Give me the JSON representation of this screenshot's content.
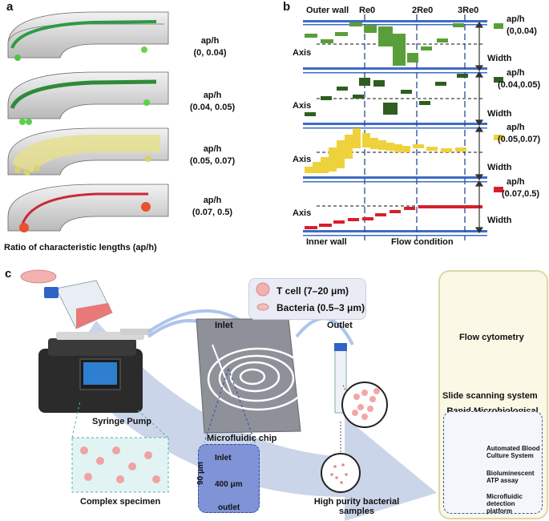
{
  "panels": {
    "a": "a",
    "b": "b",
    "c": "c"
  },
  "panel_a": {
    "rows": [
      {
        "label": "ap/h",
        "range": "(0, 0.04)",
        "color": "#3aa84a"
      },
      {
        "label": "ap/h",
        "range": "(0.04, 0.05)",
        "color": "#2f8a3a"
      },
      {
        "label": "ap/h",
        "range": "(0.05, 0.07)",
        "color": "#d8d25a"
      },
      {
        "label": "ap/h",
        "range": "(0.07, 0.5)",
        "color": "#c8283a"
      }
    ],
    "caption": "Ratio of characteristic lengths (ap/h)"
  },
  "panel_b": {
    "top_labels": {
      "outer_wall": "Outer wall",
      "re0": "Re0",
      "re2": "2Re0",
      "re3": "3Re0"
    },
    "axis_label": "Axis",
    "width_label": "Width",
    "inner_wall": "Inner wall",
    "flow_condition": "Flow condition",
    "legend": [
      {
        "label": "ap/h",
        "range": "(0,0.04)",
        "color": "#5a9e3a"
      },
      {
        "label": "ap/h",
        "range": "(0.04,0.05)",
        "color": "#2f5e1e"
      },
      {
        "label": "ap/h",
        "range": "(0.05,0.07)",
        "color": "#eed23c"
      },
      {
        "label": "ap/h",
        "range": "(0.07,0.5)",
        "color": "#d7202c"
      }
    ],
    "wall_color": "#3f6bc7"
  },
  "panel_c": {
    "legend_tcell": "T cell (7–20 μm)",
    "legend_bacteria": "Bacteria (0.5–3 μm)",
    "inlet": "Inlet",
    "outlet": "Outlet",
    "syringe_pump": "Syringe Pump",
    "microfluidic_chip": "Microfluidic chip",
    "complex_specimen": "Complex specimen",
    "high_purity": "High purity bacterial samples",
    "chan_inlet": "Inlet",
    "chan_outlet": "outlet",
    "chan_90": "90 μm",
    "chan_400": "400 μm",
    "flow_cytometry": "Flow cytometry",
    "slide_scanning": "Slide scanning system",
    "rmm_title": "Rapid Microbiological Methods (RMMs)",
    "rmm_items": [
      "Automated Blood Culture System",
      "Bioluminescent ATP assay",
      "Microfluidic detection platform"
    ]
  }
}
